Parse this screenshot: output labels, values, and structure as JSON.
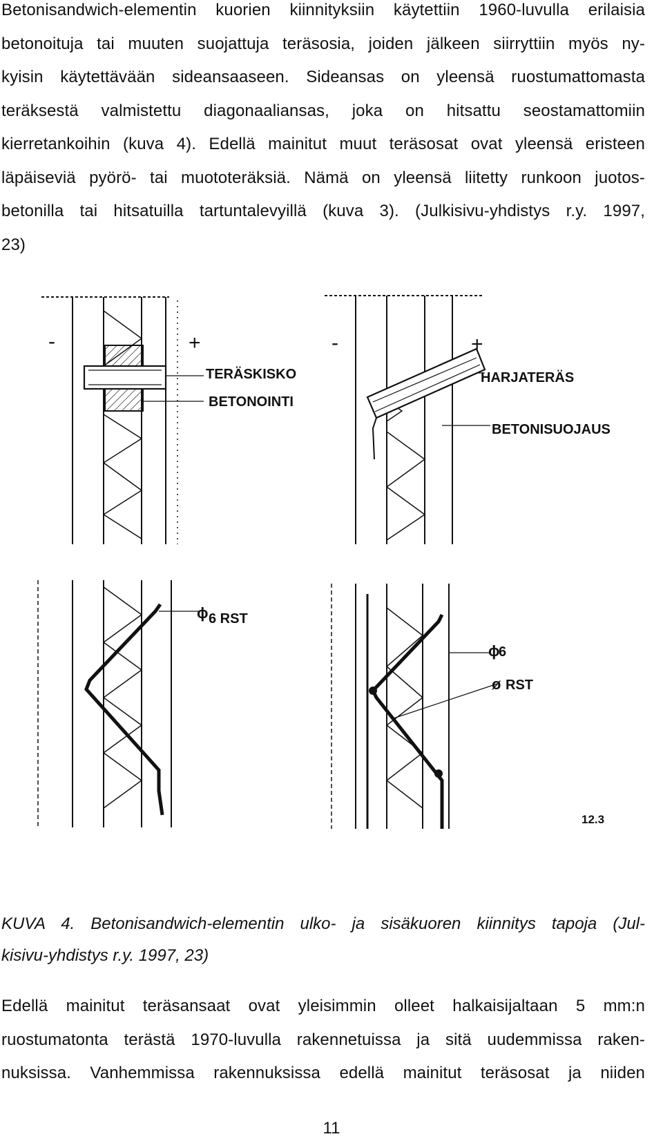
{
  "paragraph_1": {
    "lines": [
      "Betonisandwich-elementin kuorien kiinnityksiin käytettiin 1960-luvulla erilaisia",
      "betonoituja tai muuten suojattuja teräsosia, joiden jälkeen siirryttiin myös ny-",
      "kyisin käytettävään sideansaaseen. Sideansas on yleensä ruostumattomasta",
      "teräksestä valmistettu diagonaaliansas, joka on hitsattu seostamattomiin",
      "kierretankoihin (kuva 4). Edellä mainitut muut teräsosat ovat yleensä eristeen",
      "läpäiseviä pyörö- tai muototeräksiä. Nämä on yleensä liitetty runkoon juotos-",
      "betonilla tai hitsatuilla tartuntalevyillä (kuva 3). (Julkisivu-yhdistys r.y. 1997,",
      "23)"
    ]
  },
  "figure": {
    "panel_a": {
      "minus": "-",
      "plus": "+",
      "label_1": "TERÄSKISKO",
      "label_2": "BETONOINTI"
    },
    "panel_b": {
      "minus": "-",
      "plus": "+",
      "label_1": "HARJATERÄS",
      "label_2": "BETONISUOJAUS"
    },
    "panel_c": {
      "label_1": "6 RST"
    },
    "panel_d": {
      "label_1": "6",
      "label_2": "RST"
    },
    "figure_code": "12.3"
  },
  "caption": {
    "lines": [
      "KUVA 4. Betonisandwich-elementin ulko- ja sisäkuoren kiinnitys tapoja (Jul-",
      "kisivu-yhdistys r.y. 1997, 23)"
    ]
  },
  "paragraph_2": {
    "lines": [
      "Edellä mainitut teräsansaat ovat yleisimmin olleet halkaisijaltaan 5 mm:n",
      "ruostumatonta terästä 1970-luvulla rakennetuissa ja sitä uudemmissa raken-",
      "nuksissa. Vanhemmissa rakennuksissa edellä mainitut teräsosat ja niiden"
    ]
  },
  "page_number": "11"
}
